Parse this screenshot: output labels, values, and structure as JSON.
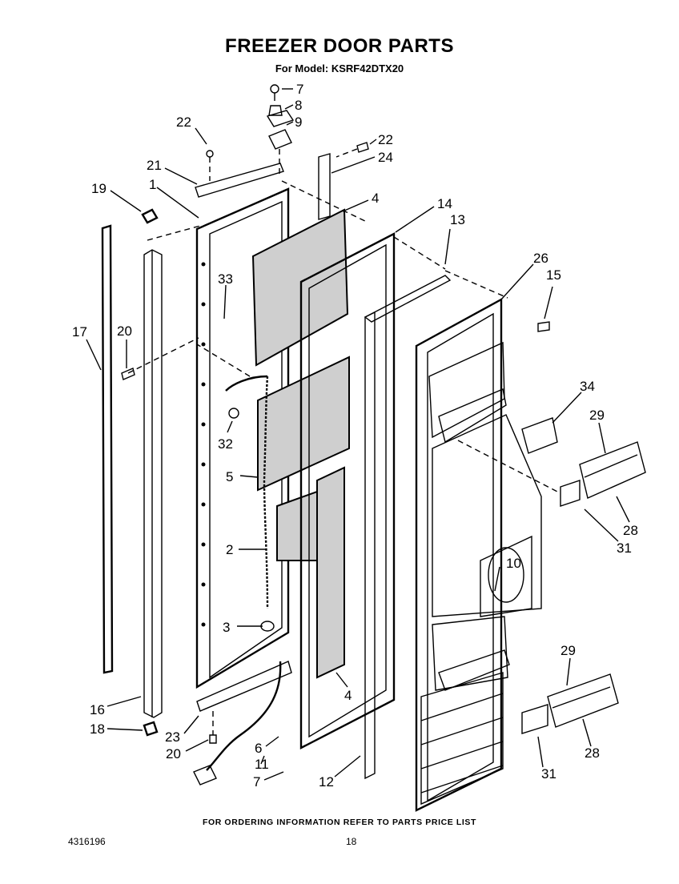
{
  "header": {
    "title": "FREEZER DOOR PARTS",
    "subtitle": "For Model: KSRF42DTX20"
  },
  "footer": {
    "note": "FOR ORDERING INFORMATION REFER TO PARTS PRICE LIST",
    "page_number": "18",
    "document_number": "4316196"
  },
  "callouts": [
    "7",
    "8",
    "9",
    "22",
    "22",
    "24",
    "21",
    "19",
    "1",
    "4",
    "14",
    "13",
    "26",
    "15",
    "33",
    "20",
    "17",
    "34",
    "29",
    "32",
    "5",
    "28",
    "31",
    "2",
    "10",
    "3",
    "29",
    "16",
    "4",
    "18",
    "23",
    "20",
    "6",
    "11",
    "7",
    "12",
    "31",
    "28"
  ]
}
